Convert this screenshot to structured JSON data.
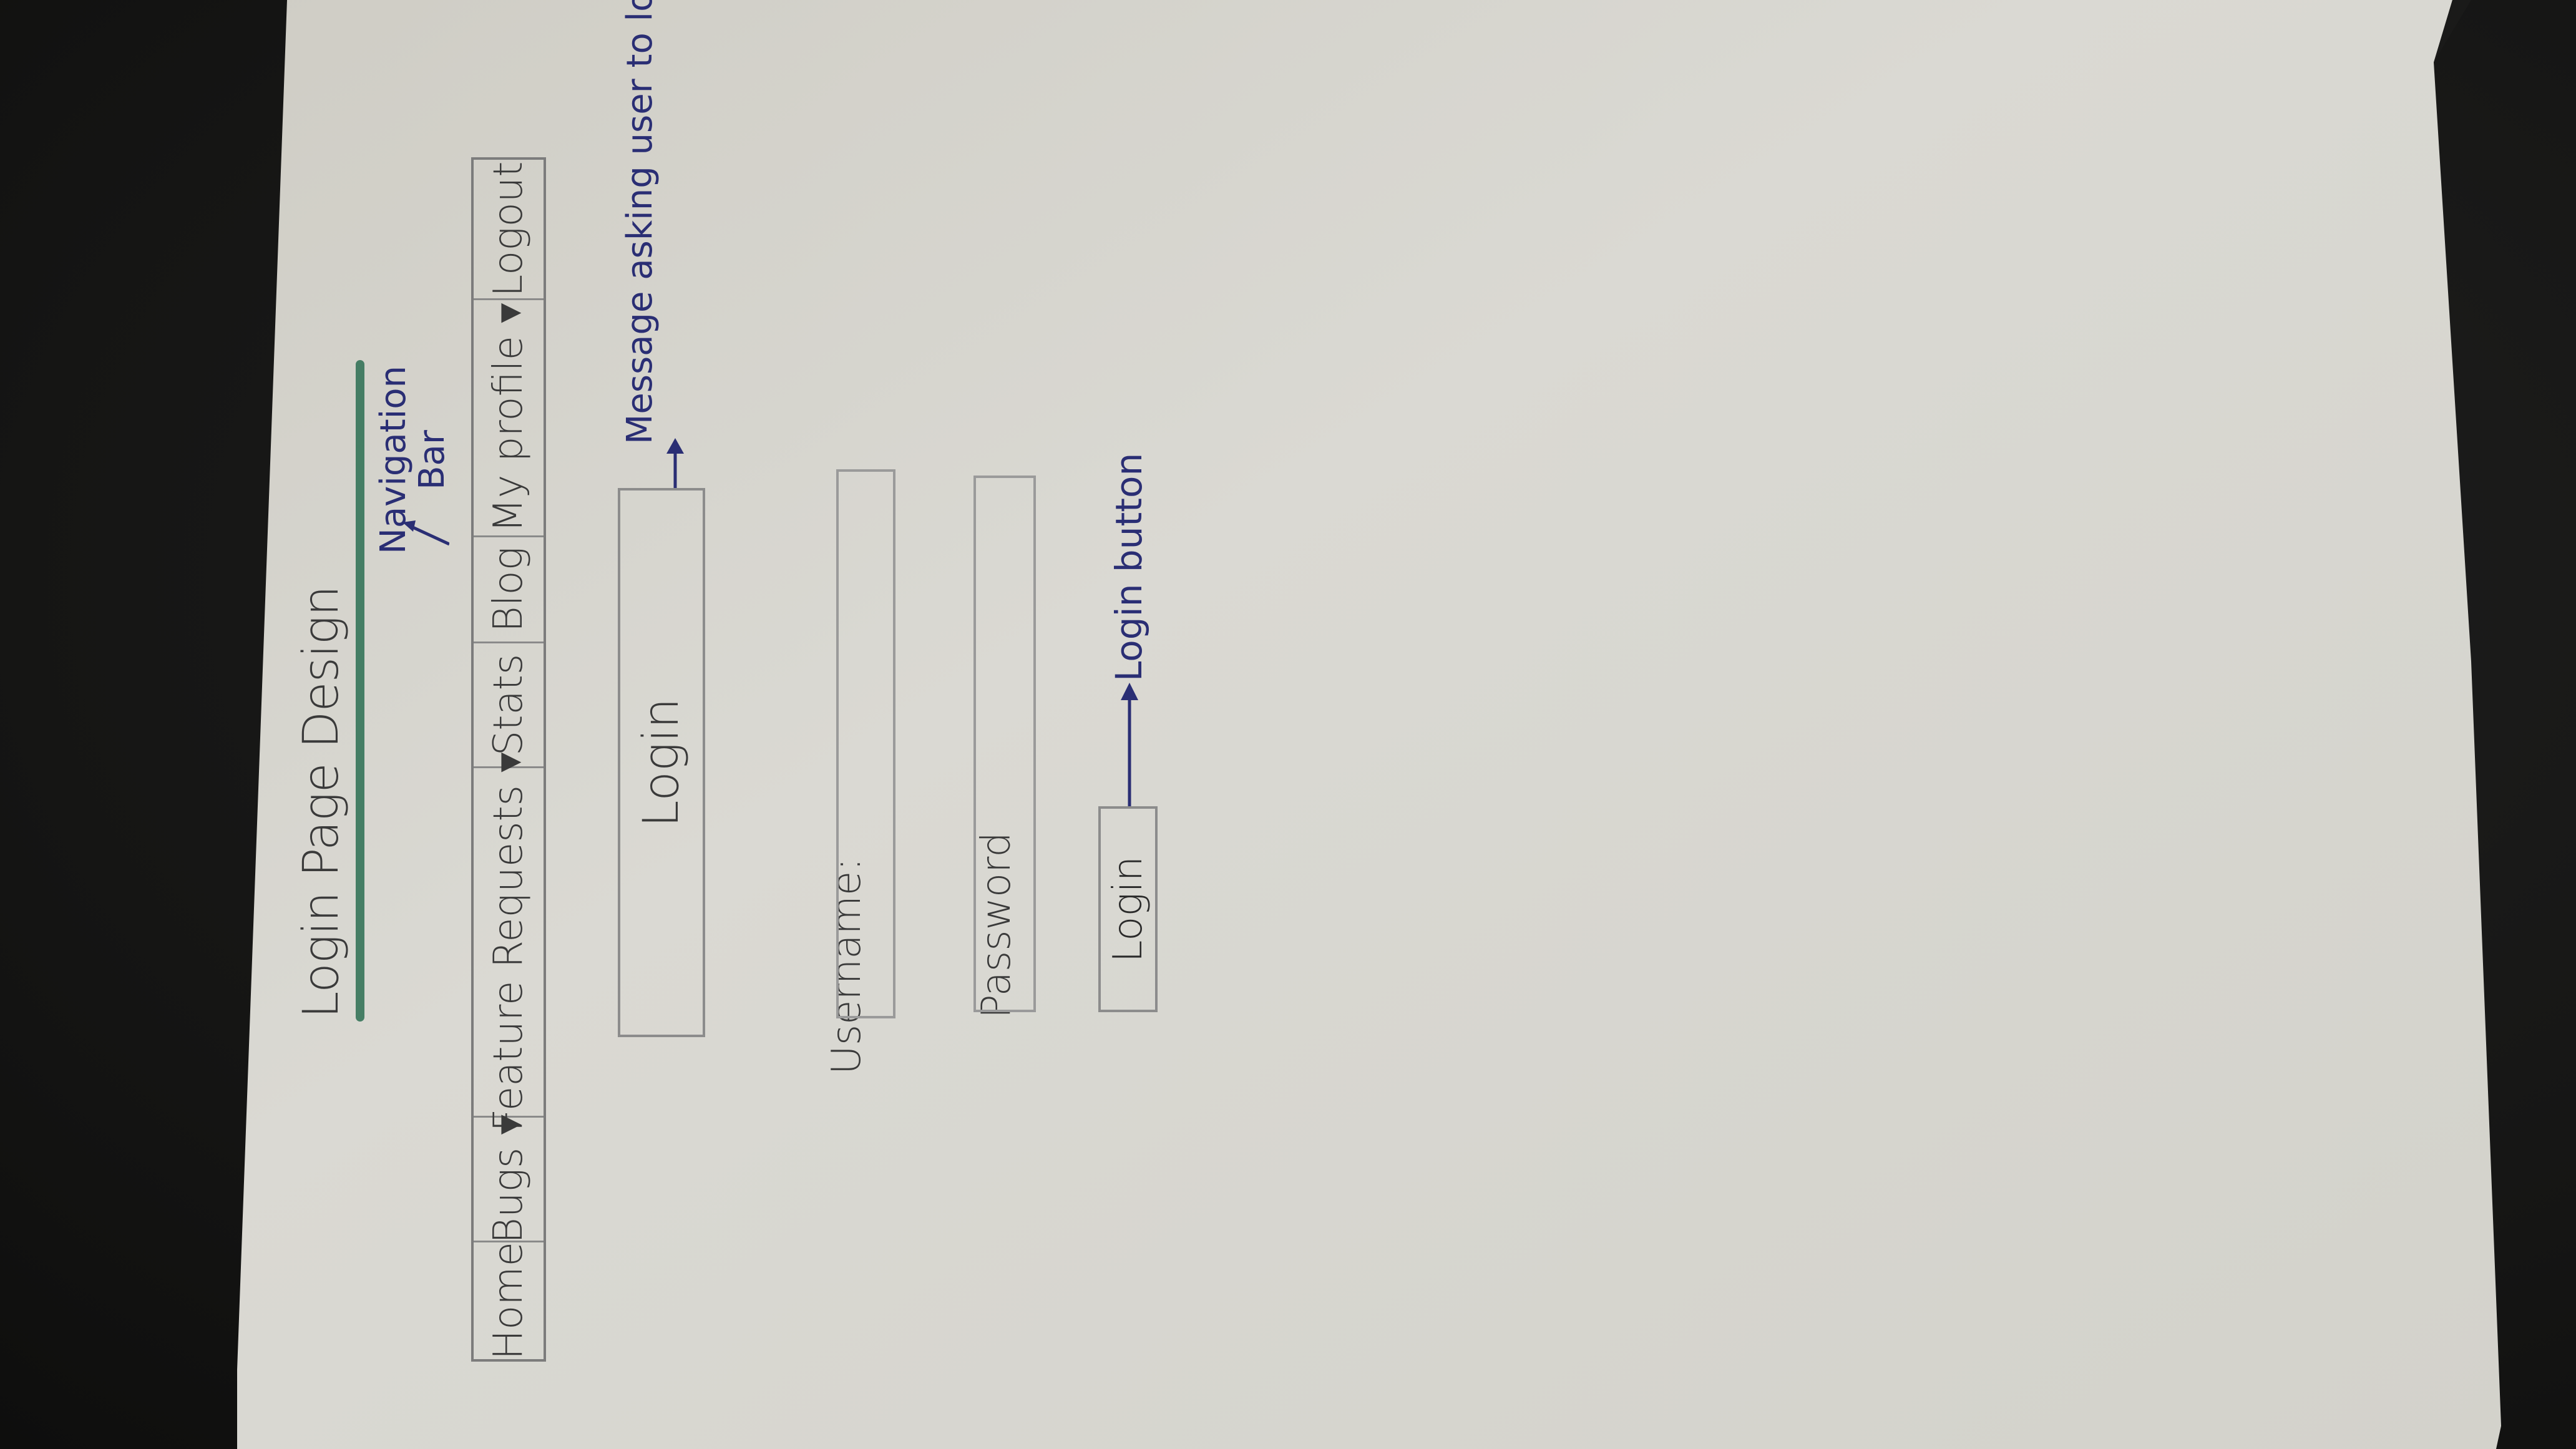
{
  "sketch": {
    "title": "Login Page Design",
    "navbar": {
      "items": [
        {
          "label": "Home"
        },
        {
          "label": "Bugs ▾"
        },
        {
          "label": "Feature Requests ▾"
        },
        {
          "label": "Stats"
        },
        {
          "label": "Blog"
        },
        {
          "label": "My profile ▾"
        },
        {
          "label": "Logout"
        }
      ],
      "annotation": "Navigation Bar"
    },
    "message": {
      "text": "Login",
      "annotation": "Message asking user to login"
    },
    "form": {
      "username_label": "Username:",
      "password_label": "Password",
      "login_button": "Login",
      "button_annotation": "Login button"
    }
  },
  "colors": {
    "paper": "#d9d8d2",
    "background": "#1a1a19",
    "pencil": "#3a3a3a",
    "ink": "#2a2e74",
    "highlighter": "#2c6e52"
  }
}
